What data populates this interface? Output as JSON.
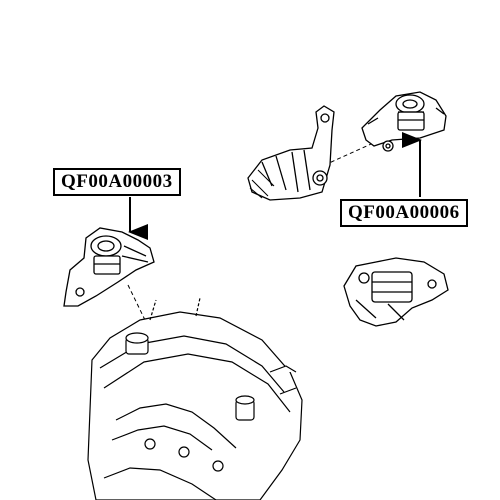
{
  "labels": {
    "left_part_number": "QF00A00003",
    "right_part_number": "QF00A00006"
  },
  "parts": [
    {
      "name": "left-engine-mount",
      "label": "QF00A00003"
    },
    {
      "name": "transmission-mount-bracket",
      "label": "QF00A00006"
    },
    {
      "name": "rear-mount-unlabeled",
      "label": ""
    }
  ],
  "colors": {
    "line": "#000000",
    "background": "#ffffff"
  }
}
